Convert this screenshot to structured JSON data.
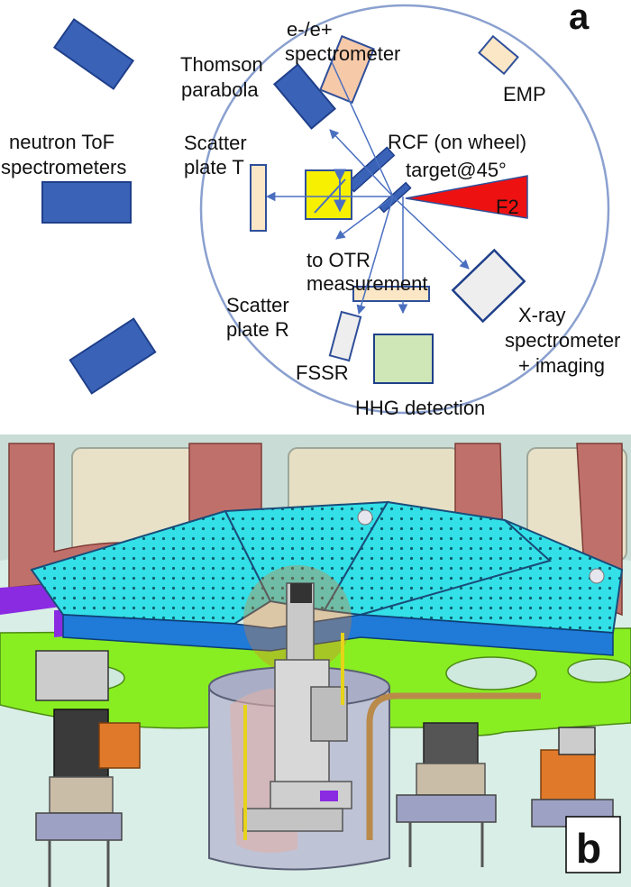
{
  "panel_a": {
    "letter": "a",
    "colors": {
      "detector_blue": "#3a63b8",
      "chamber_outline": "#8aa0cf",
      "arrow_blue": "#4a6fc0",
      "yellow_box": "#f7f000",
      "pale_orange": "#f6c9a8",
      "pale_tan": "#fbe7c6",
      "light_green": "#cfe6b6",
      "light_gray": "#eeeeee",
      "laser_red": "#ee1111"
    },
    "labels": {
      "e_spectrometer_line1": "e-/e+",
      "e_spectrometer_line2": "spectrometer",
      "thomson_line1": "Thomson",
      "thomson_line2": "parabola",
      "emp": "EMP",
      "neutron_line1": "neutron ToF",
      "neutron_line2": "spectrometers",
      "scatter_t_line1": "Scatter",
      "scatter_t_line2": "plate T",
      "rcf": "RCF (on wheel)",
      "target": "target@45°",
      "f2": "F2",
      "otr_line1": "to OTR",
      "otr_line2": "measurement",
      "scatter_r_line1": "Scatter",
      "scatter_r_line2": "plate R",
      "xray_line1": "X-ray",
      "xray_line2": "spectrometer",
      "xray_line3": "+ imaging",
      "fssr": "FSSR",
      "hhg": "HHG detection"
    }
  },
  "panel_b": {
    "letter": "b",
    "colors": {
      "sky": "#d9eee6",
      "frame_red": "#c0706a",
      "breadboard_cyan": "#33e0e8",
      "floor_green": "#88ee22",
      "purple": "#8a2be2",
      "cylinder_gray": "#bfc3d6",
      "orange_block": "#e07a2a"
    }
  }
}
